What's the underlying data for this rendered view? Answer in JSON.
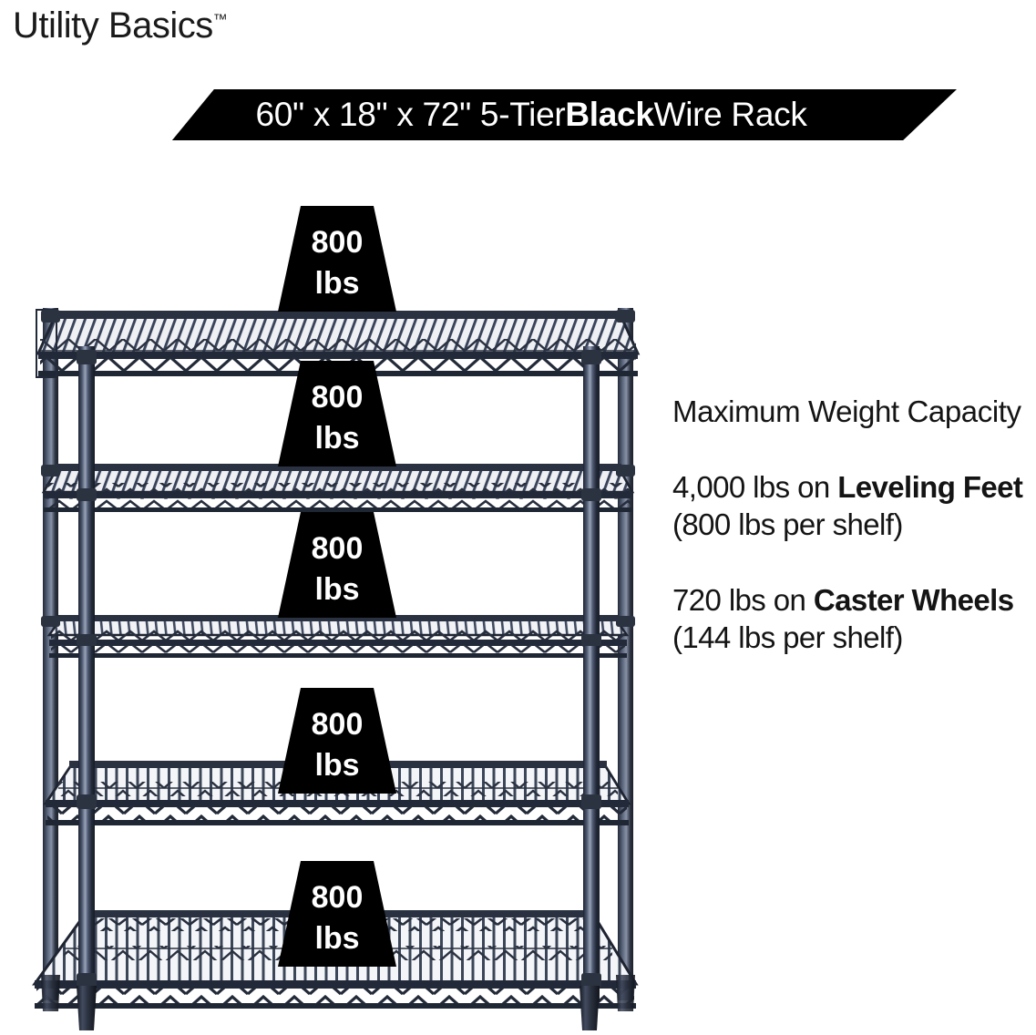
{
  "brand": {
    "name": "Utility Basics",
    "trademark": "™"
  },
  "banner": {
    "text_before": "60\" x 18\" x 72\" 5-Tier ",
    "emphasis": "Black",
    "text_after": " Wire Rack",
    "full_text": "60\" x 18\" x 72\" 5-Tier Black Wire Rack",
    "background_color": "#000000",
    "text_color": "#FFFFFF"
  },
  "product": {
    "width_in": "60\"",
    "depth_in": "18\"",
    "height_in": "72\"",
    "tiers": 5,
    "color": "Black",
    "type": "Wire Rack"
  },
  "capacity_badges": [
    {
      "value": "800",
      "unit": "lbs"
    },
    {
      "value": "800",
      "unit": "lbs"
    },
    {
      "value": "800",
      "unit": "lbs"
    },
    {
      "value": "800",
      "unit": "lbs"
    },
    {
      "value": "800",
      "unit": "lbs"
    }
  ],
  "copy": {
    "heading": "Maximum Weight Capacity",
    "leveling": {
      "total": "4,000 lbs on ",
      "bold": "Leveling Feet",
      "tail": " (800 lbs per shelf)"
    },
    "caster": {
      "total": "720 lbs on ",
      "bold": "Caster Wheels",
      "tail": " (144 lbs per shelf)"
    }
  },
  "colors": {
    "metal_dark": "#242a38",
    "metal_mid": "#39435a",
    "metal_light": "#8f99ad",
    "badge_black": "#000000",
    "badge_text": "#FFFFFF",
    "page_background": "#FFFFFF"
  }
}
